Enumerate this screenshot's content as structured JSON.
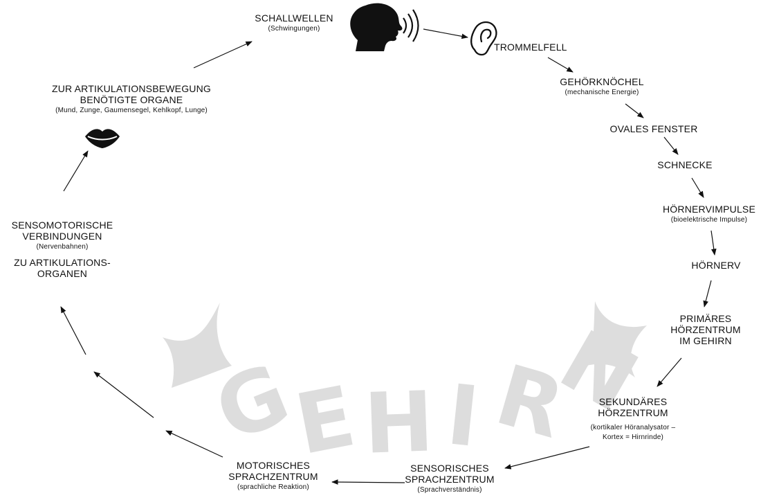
{
  "watermark": {
    "letters": [
      "G",
      "E",
      "H",
      "I",
      "R",
      "N"
    ],
    "color": "#dddddd"
  },
  "icons": {
    "speaker": "speaking-head-icon",
    "ear": "ear-icon",
    "lips": "lips-icon"
  },
  "nodes": {
    "schallwellen": {
      "title": "SCHALLWELLEN",
      "sub": "(Schwingungen)"
    },
    "trommelfell": {
      "title": "TROMMELFELL"
    },
    "gehoerknoechel": {
      "title": "GEHÖRKNÖCHEL",
      "sub": "(mechanische Energie)"
    },
    "ovales_fenster": {
      "title": "OVALES FENSTER"
    },
    "schnecke": {
      "title": "SCHNECKE"
    },
    "hoernervimpulse": {
      "title": "HÖRNERVIMPULSE",
      "sub": "(bioelektrische Impulse)"
    },
    "hoernerv": {
      "title": "HÖRNERV"
    },
    "primaeres": {
      "title_lines": [
        "PRIMÄRES",
        "HÖRZENTRUM",
        "IM GEHIRN"
      ]
    },
    "sekundaeres": {
      "title_lines": [
        "SEKUNDÄRES",
        "HÖRZENTRUM"
      ],
      "sub_lines": [
        "(kortikaler Höranalysator –",
        "Kortex = Hirnrinde)"
      ]
    },
    "sensorisches": {
      "title_lines": [
        "SENSORISCHES",
        "SPRACHZENTRUM"
      ],
      "sub": "(Sprachverständnis)"
    },
    "motorisches": {
      "title_lines": [
        "MOTORISCHES",
        "SPRACHZENTRUM"
      ],
      "sub": "(sprachliche Reaktion)"
    },
    "sensomotorische": {
      "title_lines": [
        "SENSOMOTORISCHE",
        "VERBINDUNGEN"
      ],
      "sub": "(Nervenbahnen)",
      "extra_lines": [
        "ZU ARTIKULATIONS-",
        "ORGANEN"
      ]
    },
    "artikulation": {
      "title_lines": [
        "ZUR ARTIKULATIONSBEWEGUNG",
        "BENÖTIGTE ORGANE"
      ],
      "sub": "(Mund, Zunge, Gaumensegel, Kehlkopf, Lunge)"
    }
  }
}
